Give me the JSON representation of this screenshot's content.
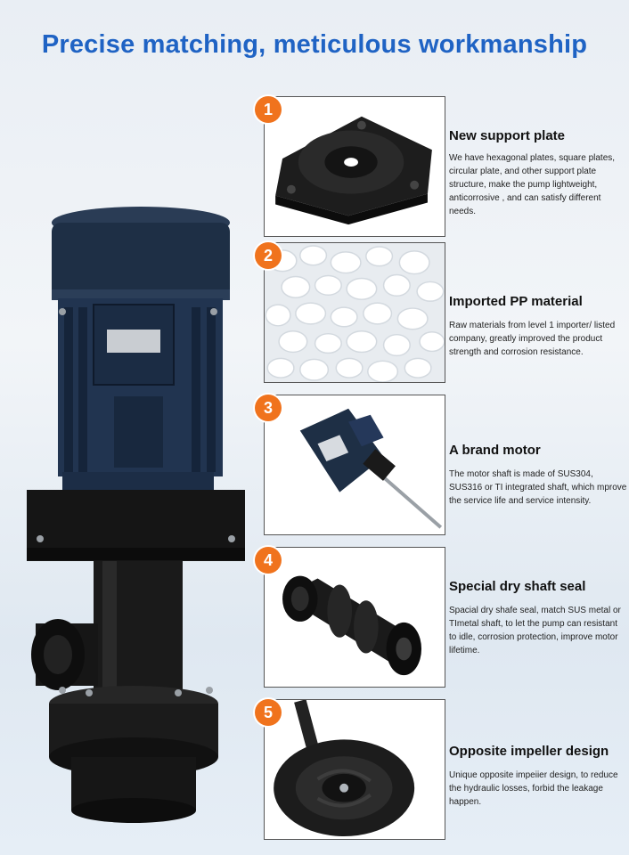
{
  "page": {
    "title": "Precise matching, meticulous workmanship"
  },
  "features": [
    {
      "number": "1",
      "title": "New support plate",
      "description": "We have hexagonal plates, square plates, circular plate, and other support plate structure, make the pump lightweight, anticorrosive , and can satisfy different needs."
    },
    {
      "number": "2",
      "title": "Imported PP material",
      "description": "Raw materials from level 1 importer/ listed company, greatly  improved the product strength and  corrosion resistance."
    },
    {
      "number": "3",
      "title": "A brand motor",
      "description": "The motor shaft is made of  SUS304, SUS316  or TI  integrated shaft, which mprove the service life and service intensity."
    },
    {
      "number": "4",
      "title": "Special dry shaft seal",
      "description": "Spacial dry shafe seal, match SUS metal or TImetal shaft, to let the pump can resistant to idle, corrosion protection, improve motor lifetime."
    },
    {
      "number": "5",
      "title": "Opposite impeller  design",
      "description": "Unique opposite  impeiier design, to reduce the hydraulic losses, forbid the leakage happen."
    }
  ],
  "colors": {
    "title": "#1f63c4",
    "badge": "#f0731d",
    "motor": "#1e2f45",
    "plastic": "#1a1a1a"
  }
}
